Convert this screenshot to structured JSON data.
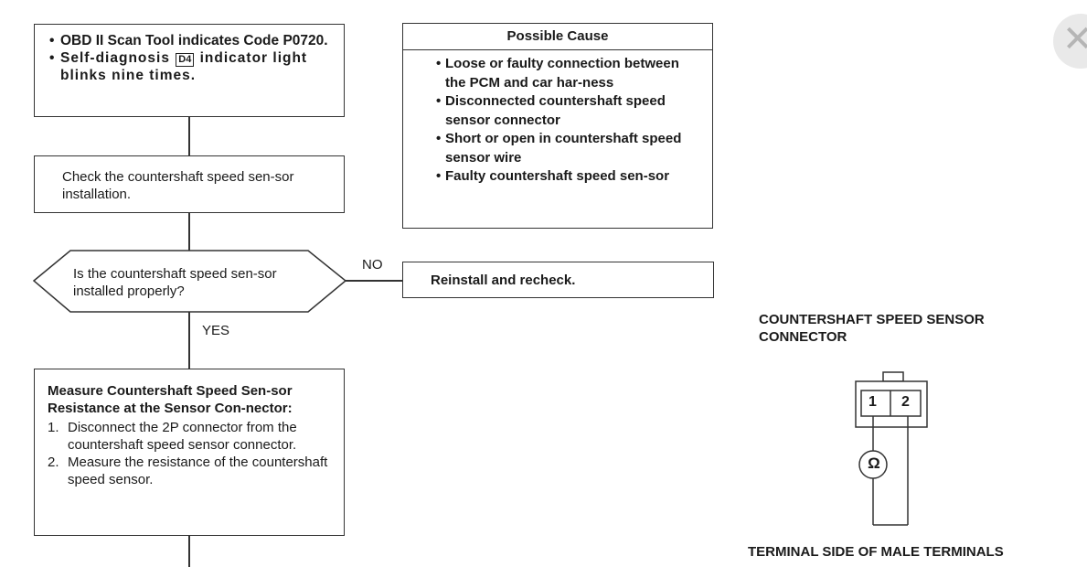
{
  "flowchart": {
    "symptom_items": [
      "OBD II Scan Tool indicates Code P0720.",
      "Self-diagnosis",
      "indicator light blinks nine times."
    ],
    "d4_indicator": "D4",
    "possible_cause": {
      "title": "Possible Cause",
      "items": [
        "Loose or faulty connection between the PCM and car har-ness",
        "Disconnected countershaft speed sensor connector",
        "Short or open in countershaft speed sensor wire",
        "Faulty countershaft speed sen-sor"
      ]
    },
    "check_step": "Check the countershaft speed sen-sor installation.",
    "decision": {
      "question": "Is the countershaft speed sen-sor installed properly?",
      "no_label": "NO",
      "yes_label": "YES"
    },
    "no_action": "Reinstall and recheck.",
    "measure_step": {
      "title": "Measure Countershaft Speed Sen-sor Resistance at the Sensor Con-nector:",
      "steps": [
        {
          "num": "1.",
          "text": "Disconnect the 2P connector from the countershaft speed sensor connector."
        },
        {
          "num": "2.",
          "text": "Measure the resistance of the countershaft speed sensor."
        }
      ]
    }
  },
  "connector_diagram": {
    "title": "COUNTERSHAFT SPEED SENSOR CONNECTOR",
    "pins": [
      "1",
      "2"
    ],
    "meter_symbol": "Ω",
    "caption": "TERMINAL SIDE OF MALE TERMINALS"
  },
  "close_icon": "close-icon"
}
